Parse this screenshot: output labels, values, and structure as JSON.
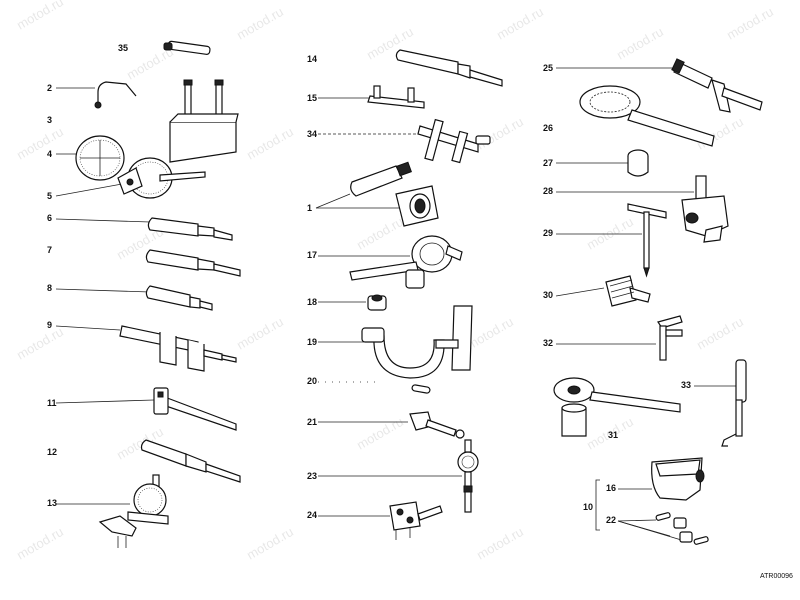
{
  "watermark": "motod.ru",
  "drawing_code": "ATR00096",
  "labels": {
    "l1": "1",
    "l2": "2",
    "l3": "3",
    "l4": "4",
    "l5": "5",
    "l6": "6",
    "l7": "7",
    "l8": "8",
    "l9": "9",
    "l10": "10",
    "l11": "11",
    "l12": "12",
    "l13": "13",
    "l14": "14",
    "l15": "15",
    "l16": "16",
    "l17": "17",
    "l18": "18",
    "l19": "19",
    "l20": "20",
    "l21": "21",
    "l22": "22",
    "l23": "23",
    "l24": "24",
    "l25": "25",
    "l26": "26",
    "l27": "27",
    "l28": "28",
    "l29": "29",
    "l30": "30",
    "l31": "31",
    "l32": "32",
    "l33": "33",
    "l34": "34",
    "l35": "35"
  }
}
